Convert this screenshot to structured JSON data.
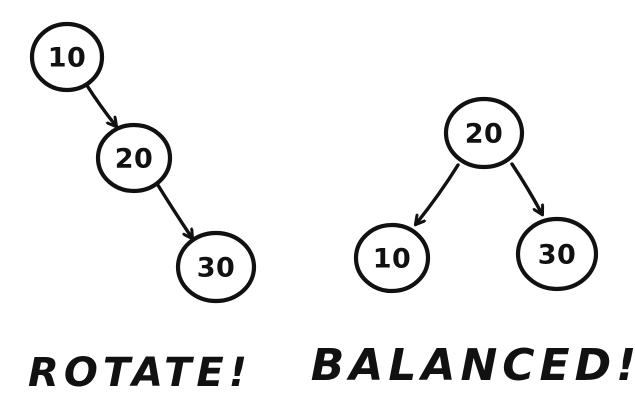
{
  "trees": {
    "unbalanced": {
      "nodes": [
        "10",
        "20",
        "30"
      ],
      "caption": "ROTATE!"
    },
    "balanced": {
      "nodes": [
        "20",
        "10",
        "30"
      ],
      "caption": "BALANCED!"
    }
  },
  "colors": {
    "ink": "#111111",
    "background": "#ffffff"
  }
}
